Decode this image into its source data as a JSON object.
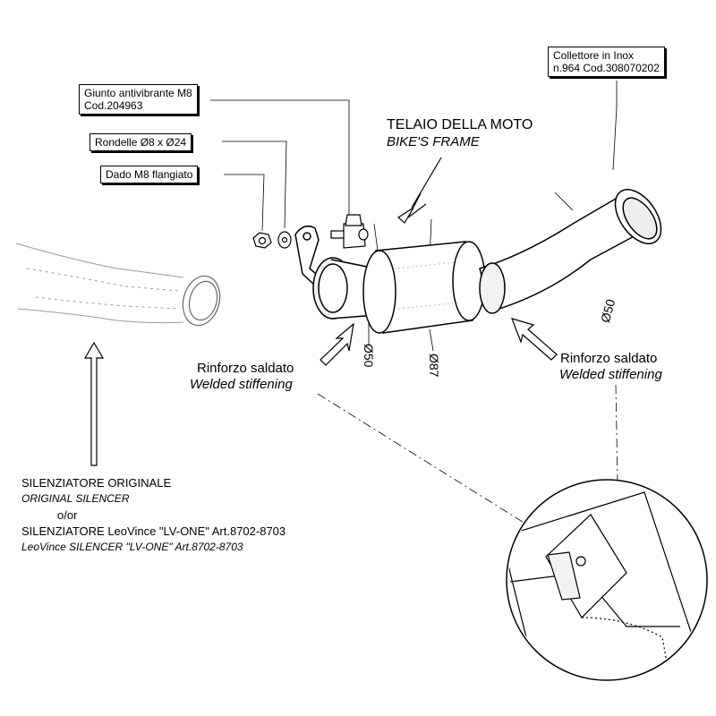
{
  "callouts": {
    "collettore_line1": "Collettore in Inox",
    "collettore_line2": "n.964  Cod.308070202",
    "giunto_line1": "Giunto antivibrante M8",
    "giunto_line2": "Cod.204963",
    "rondelle": "Rondelle Ø8 x Ø24",
    "dado": "Dado M8 flangiato"
  },
  "frame": {
    "it": "TELAIO DELLA MOTO",
    "en": "BIKE'S FRAME"
  },
  "stiffening_left": {
    "it": "Rinforzo saldato",
    "en": "Welded stiffening"
  },
  "stiffening_right": {
    "it": "Rinforzo saldato",
    "en": "Welded stiffening"
  },
  "dimensions": {
    "d50_left": "Ø50",
    "d87": "Ø87",
    "d50_right": "Ø50"
  },
  "silencer": {
    "line1": "SILENZIATORE ORIGINALE",
    "line2": "ORIGINAL SILENCER",
    "line3": "o/or",
    "line4": "SILENZIATORE LeoVince \"LV-ONE\" Art.8702-8703",
    "line5": "LeoVince SILENCER \"LV-ONE\" Art.8702-8703"
  }
}
